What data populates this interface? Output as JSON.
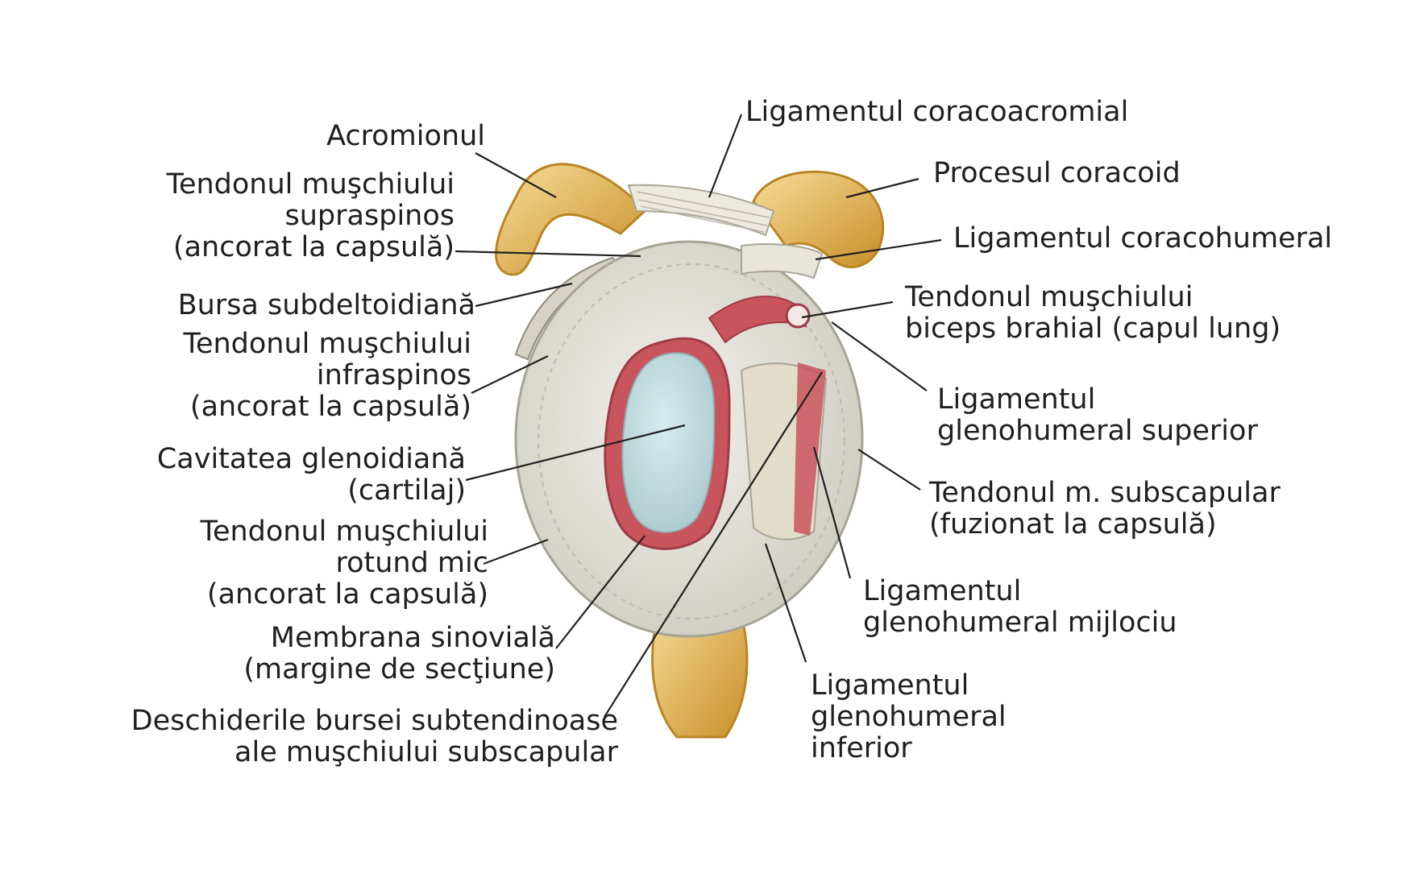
{
  "colors": {
    "background": "#ffffff",
    "text": "#1f1f1f",
    "bone": "#d9a640",
    "bone_light": "#f2d48a",
    "capsule": "#e4e2d8",
    "cartilage": "#bcd8dc",
    "labrum": "#c8545e",
    "leader": "#202020"
  },
  "labels": {
    "acromion": [
      "Acromionul"
    ],
    "supraspinatus": [
      "Tendonul muşchiului",
      "supraspinos",
      "(ancorat la capsulă)"
    ],
    "bursa": [
      "Bursa subdeltoidiană"
    ],
    "infraspinatus": [
      "Tendonul muşchiului",
      "infraspinos",
      "(ancorat la capsulă)"
    ],
    "glenoid": [
      "Cavitatea glenoidiană",
      "(cartilaj)"
    ],
    "teres_minor": [
      "Tendonul muşchiului",
      "rotund mic",
      "(ancorat la capsulă)"
    ],
    "synovial": [
      "Membrana sinovială",
      "(margine de secţiune)"
    ],
    "subscap_bursa": [
      "Deschiderile bursei subtendinoase",
      "ale muşchiului subscapular"
    ],
    "coracoacromial": [
      "Ligamentul coracoacromial"
    ],
    "coracoid": [
      "Procesul coracoid"
    ],
    "coracohumeral": [
      "Ligamentul coracohumeral"
    ],
    "biceps": [
      "Tendonul muşchiului",
      "biceps brahial (capul lung)"
    ],
    "sup_glenohumeral": [
      "Ligamentul",
      "glenohumeral superior"
    ],
    "subscapularis": [
      "Tendonul m. subscapular",
      "(fuzionat la capsulă)"
    ],
    "mid_glenohumeral": [
      "Ligamentul",
      "glenohumeral mijlociu"
    ],
    "inf_glenohumeral": [
      "Ligamentul",
      "glenohumeral",
      "inferior"
    ]
  }
}
